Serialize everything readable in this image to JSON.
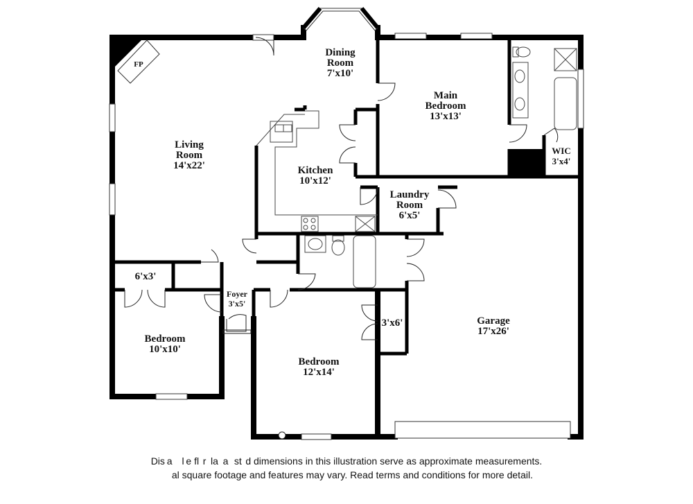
{
  "rooms": {
    "fireplace": "FP",
    "dining_name_1": "Dining",
    "dining_name_2": "Room",
    "dining_size": "7'x10'",
    "main_name_1": "Main",
    "main_name_2": "Bedroom",
    "main_size": "13'x13'",
    "living_name_1": "Living",
    "living_name_2": "Room",
    "living_size": "14'x22'",
    "kitchen_name": "Kitchen",
    "kitchen_size": "10'x12'",
    "wic_name": "WIC",
    "wic_size": "3'x4'",
    "laundry_name_1": "Laundry",
    "laundry_name_2": "Room",
    "laundry_size": "6'x5'",
    "closet_6x3": "6'x3'",
    "foyer_name": "Foyer",
    "foyer_size": "3'x5'",
    "closet_3x6": "3'x6'",
    "garage_name": "Garage",
    "garage_size": "17'x26'",
    "bedroom_left_name": "Bedroom",
    "bedroom_left_size": "10'x10'",
    "bedroom_mid_name": "Bedroom",
    "bedroom_mid_size": "12'x14'"
  },
  "disclaimer": {
    "line1": "Dis a     l e fl  r  la  a   st  d dimensions in this illustration serve as approximate measurements.",
    "line2": "      al square footage and features may vary. Read terms and conditions for more detail."
  }
}
